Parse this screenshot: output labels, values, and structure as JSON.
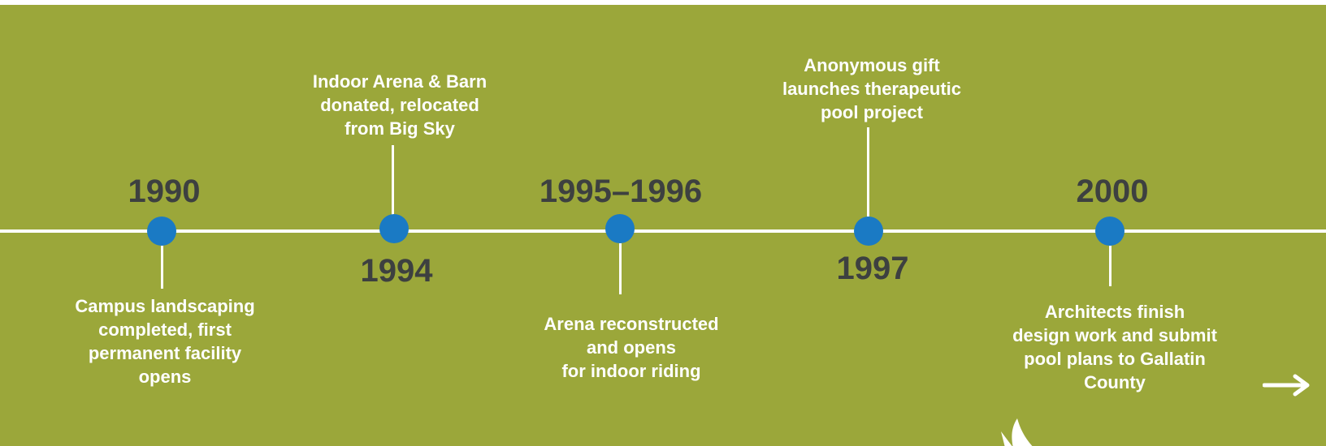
{
  "timeline": {
    "events": [
      {
        "year": "1990",
        "description": "Campus landscaping\ncompleted, first\npermanent facility\nopens"
      },
      {
        "year": "1994",
        "description": "Indoor Arena & Barn\ndonated, relocated\nfrom Big Sky"
      },
      {
        "year": "1995–1996",
        "description": "Arena reconstructed\nand opens\nfor indoor riding"
      },
      {
        "year": "1997",
        "description": "Anonymous gift\nlaunches therapeutic\npool project"
      },
      {
        "year": "2000",
        "description": "Architects finish\ndesign work and submit\npool plans to Gallatin\nCounty"
      }
    ]
  },
  "icons": {
    "next": "arrow-right-icon",
    "decoration": "leaf-icon"
  },
  "colors": {
    "background": "#9ba73a",
    "marker": "#1a7ac4",
    "year_text": "#3d4040",
    "line": "#ffffff"
  }
}
